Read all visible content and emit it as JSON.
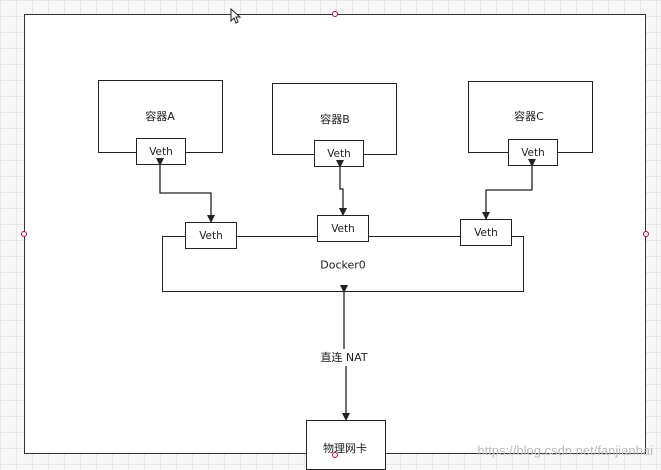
{
  "containers": [
    {
      "label": "容器A",
      "veth": "Veth"
    },
    {
      "label": "容器B",
      "veth": "Veth"
    },
    {
      "label": "容器C",
      "veth": "Veth"
    }
  ],
  "bridge": {
    "label": "Docker0",
    "veths": [
      "Veth",
      "Veth",
      "Veth"
    ]
  },
  "link": {
    "label": "直连 NAT"
  },
  "nic": {
    "label": "物理网卡"
  },
  "watermark": "https://blog.csdn.net/fanjianhai"
}
